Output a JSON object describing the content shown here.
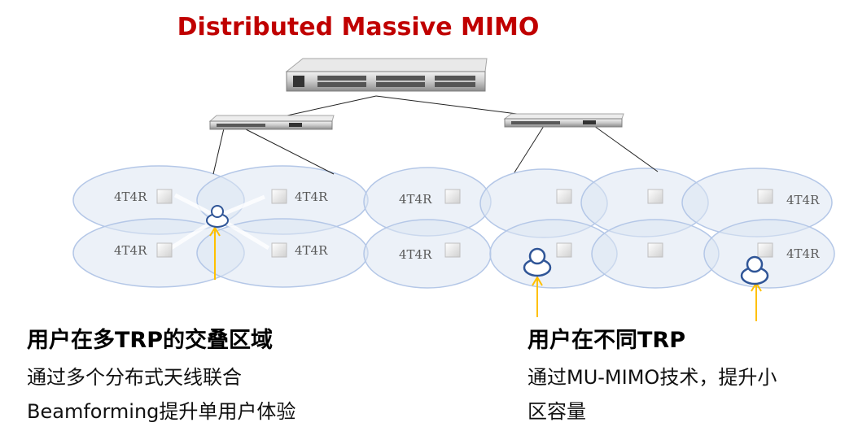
{
  "title": "Distributed Massive MIMO",
  "trp_label": "4T4R",
  "left_panel": {
    "heading": "用户在多TRP的交叠区域",
    "line1": "通过多个分布式天线联合",
    "line2": "Beamforming提升单用户体验"
  },
  "right_panel": {
    "heading": "用户在不同TRP",
    "line1": "通过MU-MIMO技术，提升小",
    "line2": "区容量"
  },
  "colors": {
    "title": "#c00000",
    "coverage_fill": "#dce6f2",
    "coverage_stroke": "#b4c7e7",
    "arrow": "#ffc000",
    "user_outline": "#2f5597"
  }
}
